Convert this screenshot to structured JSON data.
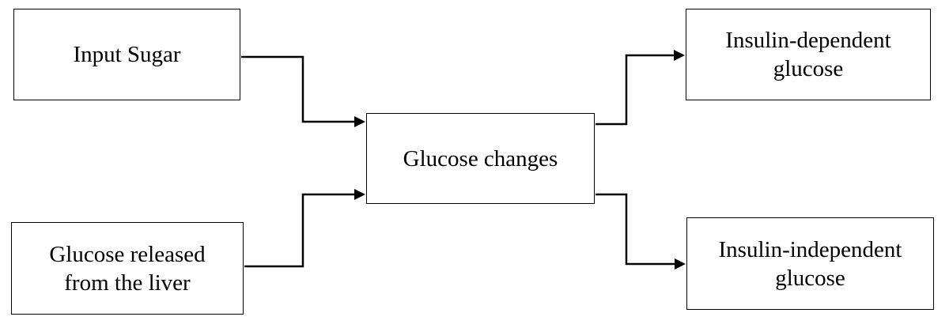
{
  "diagram": {
    "nodes": {
      "input_sugar": {
        "label": "Input Sugar"
      },
      "liver": {
        "label": "Glucose released\nfrom the liver"
      },
      "glucose_changes": {
        "label": "Glucose changes"
      },
      "insulin_dependent": {
        "label": "Insulin-dependent\nglucose"
      },
      "insulin_independent": {
        "label": "Insulin-independent\nglucose"
      }
    },
    "edges": [
      {
        "from": "input_sugar",
        "to": "glucose_changes"
      },
      {
        "from": "liver",
        "to": "glucose_changes"
      },
      {
        "from": "glucose_changes",
        "to": "insulin_dependent"
      },
      {
        "from": "glucose_changes",
        "to": "insulin_independent"
      }
    ],
    "colors": {
      "stroke": "#000000",
      "background": "#ffffff"
    }
  }
}
